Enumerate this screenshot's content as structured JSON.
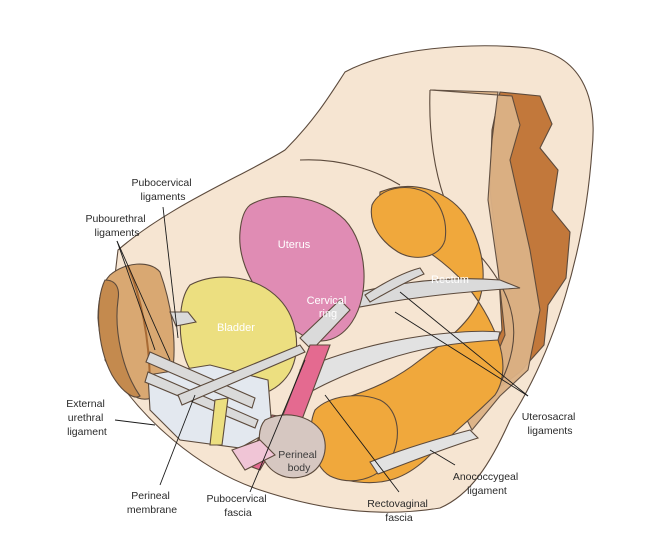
{
  "labels": {
    "pubocervical_ligaments": [
      "Pubocervical",
      "ligaments"
    ],
    "pubourethral_ligaments": [
      "Pubourethral",
      "ligaments"
    ],
    "uterus": "Uterus",
    "bladder": "Bladder",
    "cervical_ring": [
      "Cervical",
      "ring"
    ],
    "rectum": "Rectum",
    "external_urethral_ligament": [
      "External",
      "urethral",
      "ligament"
    ],
    "perineal_membrane": [
      "Perineal",
      "membrane"
    ],
    "pubocervical_fascia": [
      "Pubocervical",
      "fascia"
    ],
    "perineal_body": [
      "Perineal",
      "body"
    ],
    "rectovaginal_fascia": [
      "Rectovaginal",
      "fascia"
    ],
    "anococcygeal_ligament": [
      "Anococcygeal",
      "ligament"
    ],
    "uterosacral_ligaments": [
      "Uterosacral",
      "ligaments"
    ]
  },
  "colors": {
    "background_tissue": "#f6e5d2",
    "bone": "#d9a872",
    "sacrum": "#c2783b",
    "uterus": "#e08cb4",
    "bladder": "#ecdf80",
    "rectum": "#f0a83c",
    "ligament": "#dadada",
    "membrane": "#e3e8ef",
    "fascia": "#e46a90",
    "perineal_body": "#d6c7c1"
  }
}
